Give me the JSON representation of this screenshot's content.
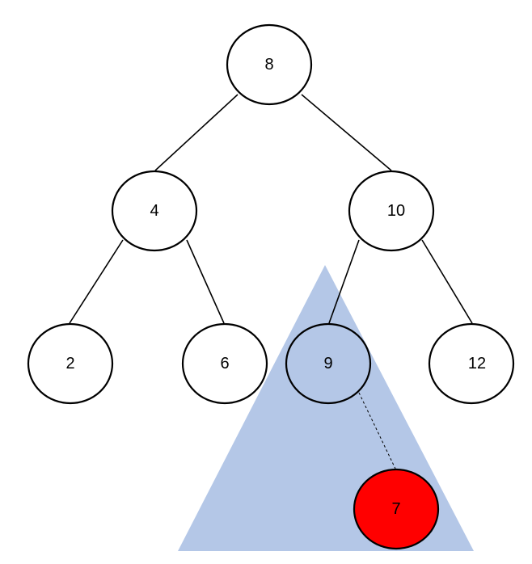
{
  "colors": {
    "background": "#ffffff",
    "node_fill": "#ffffff",
    "node_stroke": "#000000",
    "edge": "#000000",
    "subtree_triangle": "#b4c7e7",
    "highlight_node": "#ff0000"
  },
  "nodes": [
    {
      "id": "n8",
      "label": "8"
    },
    {
      "id": "n4",
      "label": "4"
    },
    {
      "id": "n10",
      "label": "10"
    },
    {
      "id": "n2",
      "label": "2"
    },
    {
      "id": "n6",
      "label": "6"
    },
    {
      "id": "n9",
      "label": "9"
    },
    {
      "id": "n12",
      "label": "12"
    },
    {
      "id": "n7",
      "label": "7"
    }
  ],
  "edges": [
    {
      "from": "8",
      "to": "4",
      "style": "solid"
    },
    {
      "from": "8",
      "to": "10",
      "style": "solid"
    },
    {
      "from": "4",
      "to": "2",
      "style": "solid"
    },
    {
      "from": "4",
      "to": "6",
      "style": "solid"
    },
    {
      "from": "10",
      "to": "9",
      "style": "solid"
    },
    {
      "from": "10",
      "to": "12",
      "style": "solid"
    },
    {
      "from": "9",
      "to": "7",
      "style": "dashed"
    }
  ],
  "highlight": {
    "node": "7",
    "subtree_root": "9"
  }
}
